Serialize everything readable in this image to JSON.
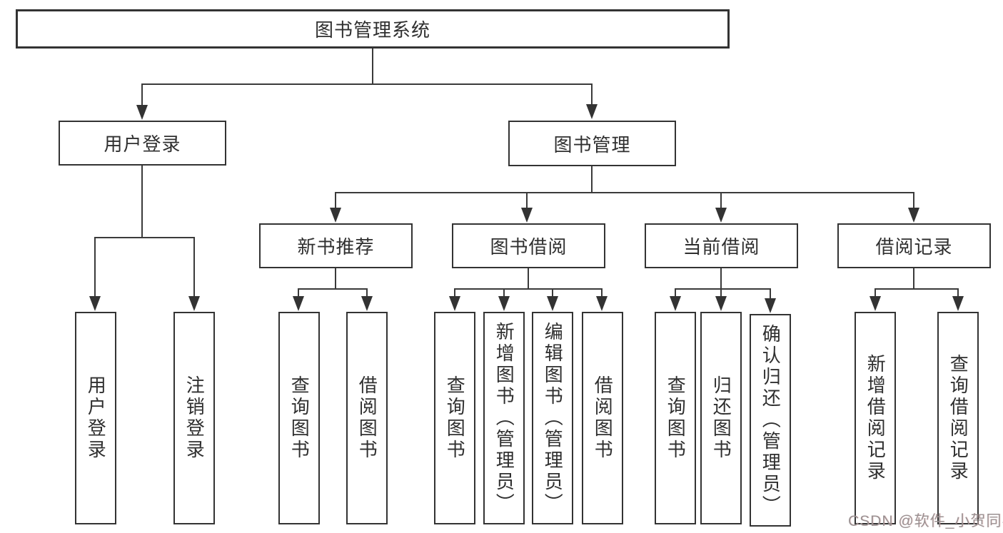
{
  "diagram": {
    "root": "图书管理系统",
    "branches": [
      {
        "label": "用户登录",
        "children": [
          "用户登录",
          "注销登录"
        ]
      },
      {
        "label": "图书管理",
        "groups": [
          {
            "label": "新书推荐",
            "children": [
              "查询图书",
              "借阅图书"
            ]
          },
          {
            "label": "图书借阅",
            "children": [
              "查询图书",
              "新增图书（管理员）",
              "编辑图书（管理员）",
              "借阅图书"
            ]
          },
          {
            "label": "当前借阅",
            "children": [
              "查询图书",
              "归还图书",
              "确认归还（管理员）"
            ]
          },
          {
            "label": "借阅记录",
            "children": [
              "新增借阅记录",
              "查询借阅记录"
            ]
          }
        ]
      }
    ]
  },
  "watermark": "CSDN @软件_小贺同学",
  "colors": {
    "line": "#3a3a3a",
    "box_border": "#333333",
    "text": "#2f2f2f",
    "watermark": "#9a9192",
    "background": "#ffffff"
  }
}
